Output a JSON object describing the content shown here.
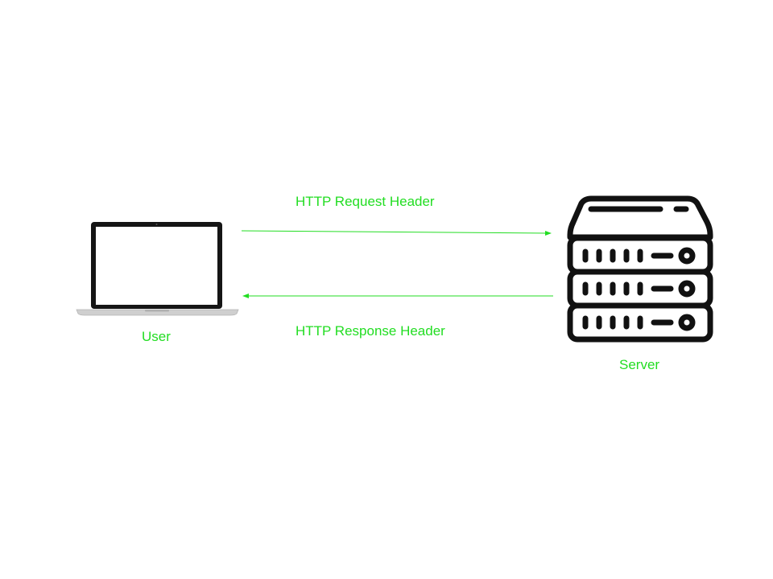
{
  "diagram": {
    "nodes": {
      "user": {
        "label": "User",
        "icon": "laptop-icon"
      },
      "server": {
        "label": "Server",
        "icon": "server-rack-icon"
      }
    },
    "edges": {
      "request": {
        "label": "HTTP Request Header",
        "from": "User",
        "to": "Server"
      },
      "response": {
        "label": "HTTP Response Header",
        "from": "Server",
        "to": "User"
      }
    }
  },
  "colors": {
    "accent": "#22dd22",
    "icon": "#111111",
    "background": "#ffffff"
  }
}
